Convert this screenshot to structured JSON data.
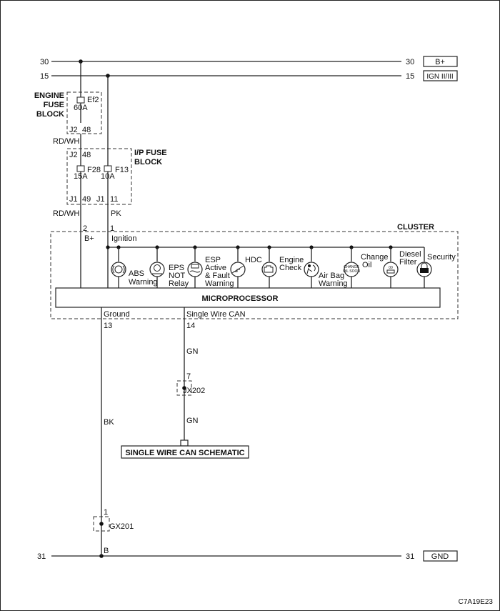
{
  "rails": {
    "left_30": "30",
    "right_30": "30",
    "box_30": "B+",
    "left_15": "15",
    "right_15": "15",
    "box_15": "IGN II/III",
    "left_31": "31",
    "right_31": "31",
    "box_31": "GND"
  },
  "engine_fuse_block": {
    "title_l1": "ENGINE",
    "title_l2": "FUSE",
    "title_l3": "BLOCK",
    "fuse_id": "Ef2",
    "fuse_rating": "60A",
    "pin_conn": "J2",
    "pin_num": "48"
  },
  "wire_rdwh_1": "RD/WH",
  "ip_fuse_block": {
    "title_l1": "I/P FUSE",
    "title_l2": "BLOCK",
    "top_conn": "J2",
    "top_num": "48",
    "fuse1_id": "F28",
    "fuse1_rating": "15A",
    "fuse2_id": "F13",
    "fuse2_rating": "10A",
    "pin1_conn": "J1",
    "pin1_num": "49",
    "pin2_conn": "J1",
    "pin2_num": "11"
  },
  "wire_rdwh_2": "RD/WH",
  "wire_pk": "PK",
  "cluster": {
    "title": "CLUSTER",
    "pin_bplus_num": "2",
    "pin_bplus_label": "B+",
    "pin_ign_num": "1",
    "pin_ign_label": "Ignition",
    "microprocessor": "MICROPROCESSOR",
    "ground_label": "Ground",
    "ground_pin": "13",
    "can_label": "Single Wire CAN",
    "can_pin": "14"
  },
  "indicators": {
    "abs": [
      "ABS",
      "Warning"
    ],
    "eps": [
      "EPS",
      "NOT",
      "Relay"
    ],
    "esp": [
      "ESP",
      "Active",
      "& Fault",
      "Warning"
    ],
    "hdc": [
      "HDC"
    ],
    "engine": [
      "Engine",
      "Check"
    ],
    "airbag": [
      "Air Bag",
      "Warning"
    ],
    "oil": [
      "Change",
      "Oil"
    ],
    "diesel": [
      "Diesel",
      "Filter"
    ],
    "security": [
      "Security"
    ],
    "oil_icon_text": [
      "CHANGE",
      "OIL SOON"
    ],
    "diesel_icon_text": "00"
  },
  "can_wiring": {
    "wire_gn_1": "GN",
    "splice_pin": "7",
    "splice_name": "JX202",
    "wire_gn_2": "GN",
    "schematic_ref": "SINGLE WIRE CAN SCHEMATIC"
  },
  "ground_wiring": {
    "wire_bk": "BK",
    "splice_pin": "1",
    "splice_name": "GX201",
    "wire_b": "B"
  },
  "figure_code": "C7A19E23"
}
